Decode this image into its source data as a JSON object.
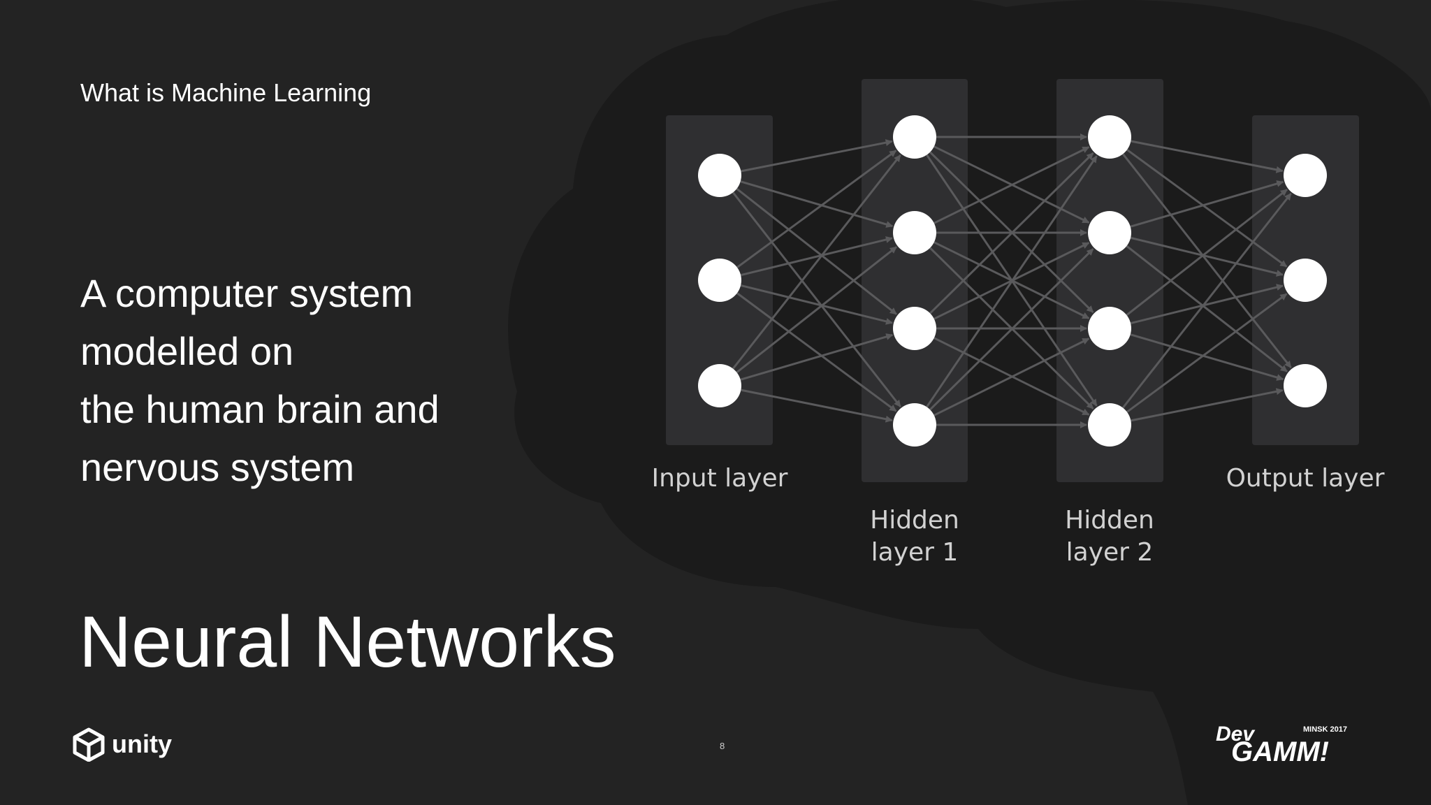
{
  "slide": {
    "section_heading": "What is Machine Learning",
    "description_lines": [
      "A computer system",
      "modelled on",
      "the human brain and",
      "nervous system"
    ],
    "main_title": "Neural Networks",
    "page_number": "8"
  },
  "diagram": {
    "layers": [
      {
        "name": "Input layer",
        "lines": [
          "Input layer"
        ],
        "nodes": 3
      },
      {
        "name": "Hidden layer 1",
        "lines": [
          "Hidden",
          "layer 1"
        ],
        "nodes": 4
      },
      {
        "name": "Hidden layer 2",
        "lines": [
          "Hidden",
          "layer 2"
        ],
        "nodes": 4
      },
      {
        "name": "Output layer",
        "lines": [
          "Output layer"
        ],
        "nodes": 3
      }
    ],
    "connectivity": "fully-connected"
  },
  "logos": {
    "unity": "unity",
    "devgamm_dev": "Dev",
    "devgamm_gamm": "GAMM!",
    "devgamm_event": "MINSK 2017"
  },
  "colors": {
    "background": "#232323",
    "brain": "#1b1b1b",
    "layer_panel": "#2f2f31",
    "node": "#ffffff",
    "edge": "#5a5a5c",
    "text": "#ffffff",
    "label": "#d2d2d2"
  }
}
